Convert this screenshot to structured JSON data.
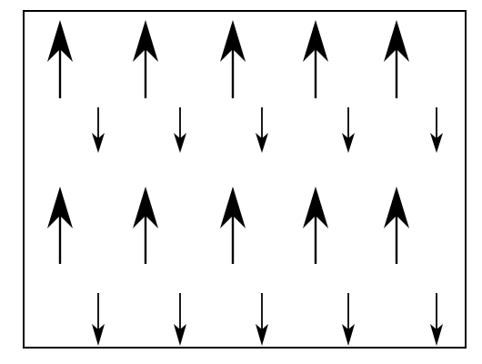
{
  "diagram": {
    "border_color": "#000000",
    "background": "#ffffff",
    "colors": {
      "arrow": "#000000"
    },
    "rows": [
      {
        "direction": "up",
        "size": "large",
        "count": 5
      },
      {
        "direction": "down",
        "size": "small",
        "count": 5
      },
      {
        "direction": "up",
        "size": "large",
        "count": 5
      },
      {
        "direction": "down",
        "size": "small",
        "count": 5
      }
    ]
  }
}
